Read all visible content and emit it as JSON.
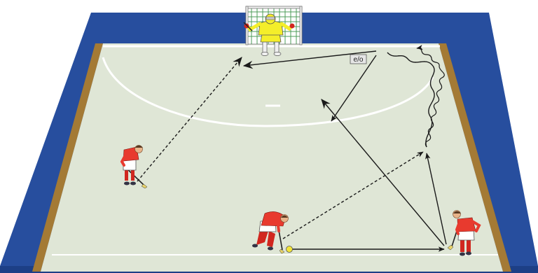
{
  "diagram": {
    "annotation": {
      "text": "e/o"
    },
    "colors": {
      "background": "#ffffff",
      "outer_surface": "#274e9e",
      "surface_shadow": "#1d3f86",
      "wood_boards": "#a47a35",
      "pitch": "#dfe6d6",
      "lines": "#ffffff",
      "field_player_shirt": "#e83a2e",
      "field_player_shorts": "#ffffff",
      "field_player_socks": "#d1271f",
      "goalkeeper_kit": "#f4ee2a",
      "ball": "#f2e43a",
      "arrows": "#1a1a1a"
    },
    "players": [
      {
        "name": "left-player",
        "role": "field player"
      },
      {
        "name": "center-player",
        "role": "field player"
      },
      {
        "name": "right-player",
        "role": "field player"
      },
      {
        "name": "goalkeeper",
        "role": "goalkeeper"
      }
    ],
    "movements": [
      {
        "name": "pass-to-right",
        "style": "solid"
      },
      {
        "name": "run-up-right",
        "style": "solid"
      },
      {
        "name": "dribble-wavy",
        "style": "wavy"
      },
      {
        "name": "pass-to-top",
        "style": "solid"
      },
      {
        "name": "pass-down-left",
        "style": "solid"
      },
      {
        "name": "cross-diagonal",
        "style": "solid"
      },
      {
        "name": "dashed-from-center",
        "style": "dashed"
      },
      {
        "name": "dashed-from-left",
        "style": "dashed"
      }
    ]
  }
}
